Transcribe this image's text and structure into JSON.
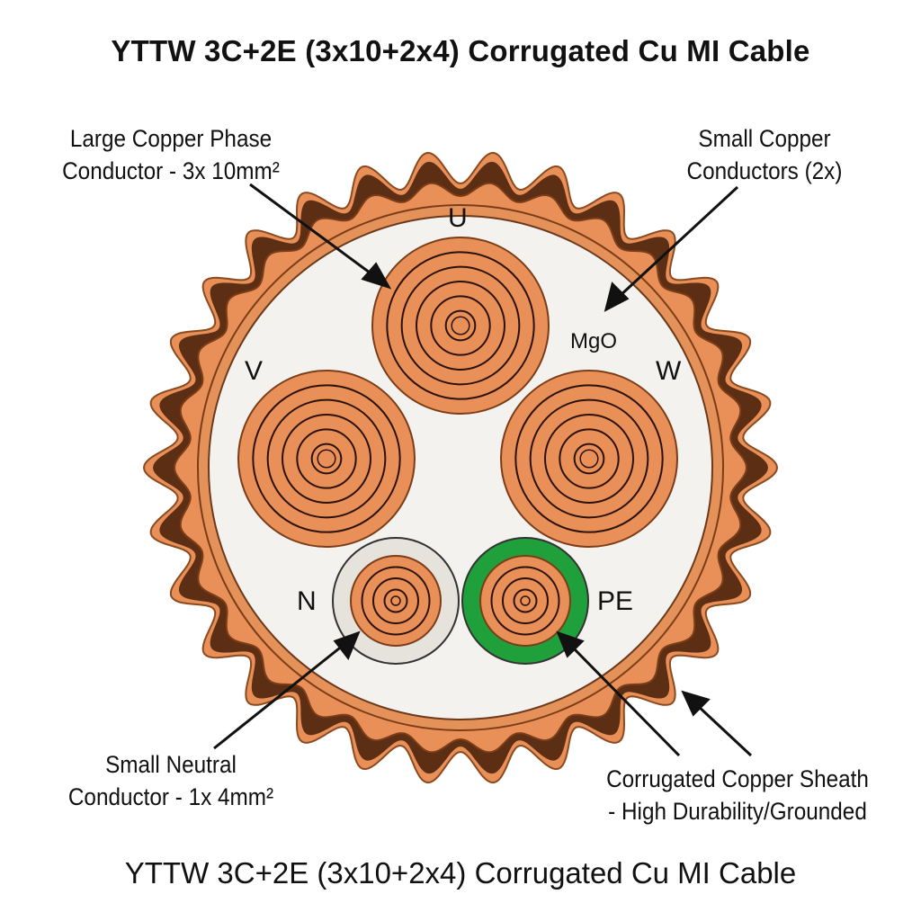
{
  "title": "YTTW 3C+2E (3x10+2x4) Corrugated Cu MI Cable",
  "footer_title": "YTTW 3C+2E (3x10+2x4) Corrugated Cu MI Cable",
  "callouts": {
    "phase": [
      "Large Copper Phase",
      "Conductor - 3x 10mm²"
    ],
    "small": [
      "Small Copper",
      "Conductors (2x)"
    ],
    "neutral": [
      "Small Neutral",
      "Conductor - 1x 4mm²"
    ],
    "sheath": [
      "Corrugated Copper Sheath",
      "- High Durability/Grounded"
    ]
  },
  "labels": {
    "u": "U",
    "v": "V",
    "w": "W",
    "n": "N",
    "pe": "PE",
    "insulation": "MgO"
  },
  "colors": {
    "copper": "#e98f58",
    "copper_dark": "#b8622d",
    "sheath_dark": "#5c2e14",
    "mgo": "#f4f2ef",
    "neutral_ring": "#e6e2dc",
    "pe_ring": "#1fa03a"
  }
}
